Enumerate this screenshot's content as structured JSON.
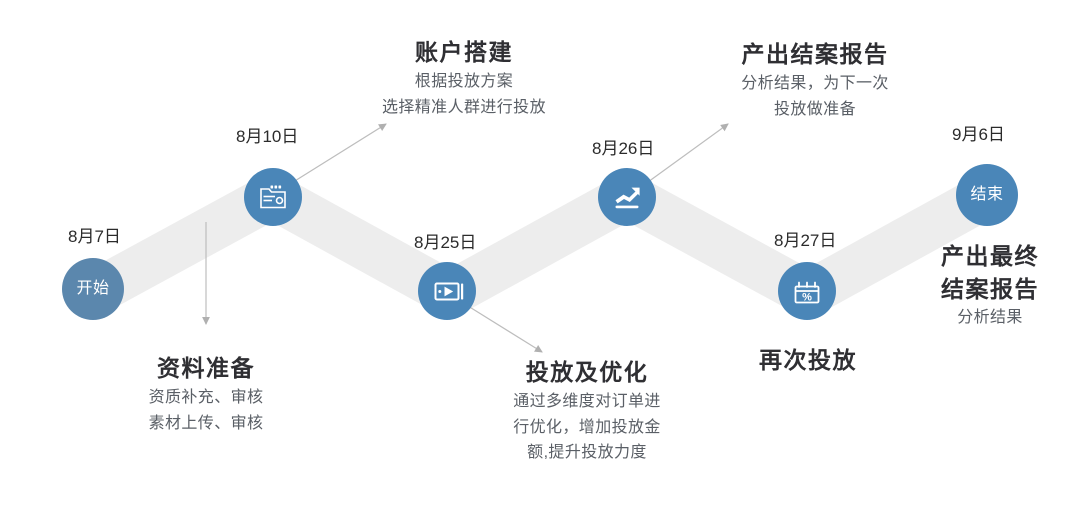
{
  "theme": {
    "ribbon_color": "#ededed",
    "node_blue": "#4a86b8",
    "node_blue_muted": "#5b87ad",
    "connector_color": "#b9b9b9",
    "title_color": "#2f2f33",
    "desc_color": "#5a5f66",
    "date_color": "#2b2b2b",
    "background": "#ffffff"
  },
  "diagram": {
    "type": "zigzag-timeline",
    "node_count": 6
  },
  "nodes": [
    {
      "id": "start",
      "date": "8月7日",
      "badge_text": "开始",
      "icon": "text-badge",
      "title": "资料准备",
      "desc_lines": [
        "资质补充、审核",
        "素材上传、审核"
      ]
    },
    {
      "id": "account-build",
      "date": "8月10日",
      "badge_text": "",
      "icon": "folder-document-icon",
      "title": "账户搭建",
      "desc_lines": [
        "根据投放方案",
        "选择精准人群进行投放"
      ]
    },
    {
      "id": "launch-optimize",
      "date": "8月25日",
      "badge_text": "",
      "icon": "media-player-icon",
      "title": "投放及优化",
      "desc_lines": [
        "通过多维度对订单进",
        "行优化，增加投放金",
        "额,提升投放力度"
      ]
    },
    {
      "id": "report-output",
      "date": "8月26日",
      "badge_text": "",
      "icon": "growth-arrow-icon",
      "title": "产出结案报告",
      "desc_lines": [
        "分析结果，为下一次",
        "投放做准备"
      ]
    },
    {
      "id": "relaunch",
      "date": "8月27日",
      "badge_text": "",
      "icon": "calendar-percent-icon",
      "title": "再次投放",
      "desc_lines": []
    },
    {
      "id": "end",
      "date": "9月6日",
      "badge_text": "结束",
      "icon": "text-badge",
      "title_lines": [
        "产出最终",
        "结案报告"
      ],
      "desc_lines": [
        "分析结果"
      ]
    }
  ]
}
